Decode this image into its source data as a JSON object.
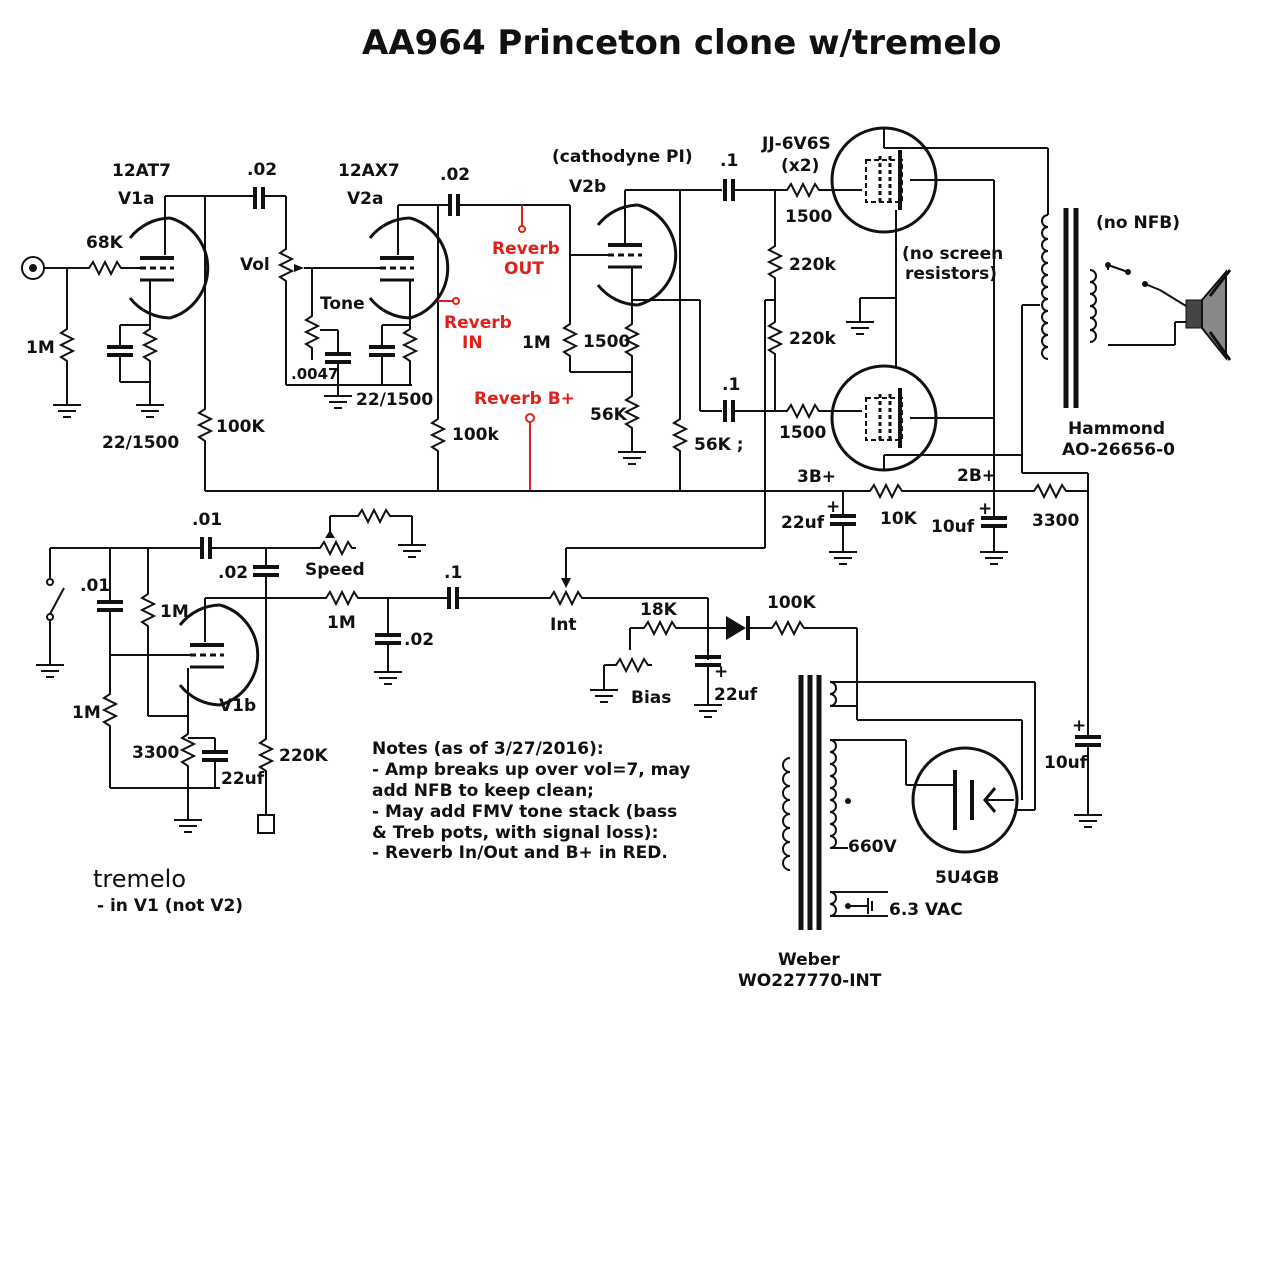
{
  "title": "AA964  Princeton clone w/tremelo",
  "labels": {
    "v1a_tube": "12AT7",
    "v1a": "V1a",
    "v2a_tube": "12AX7",
    "v2a": "V2a",
    "v2b_note": "(cathodyne PI)",
    "v2b": "V2b",
    "power_tubes": "JJ-6V6S",
    "power_tubes_count": "(x2)",
    "no_screen": "(no screen",
    "no_screen2": "resistors)",
    "no_nfb": "(no NFB)",
    "ot_name": "Hammond",
    "ot_part": "AO-26656-0",
    "vol": "Vol",
    "tone": "Tone",
    "speed": "Speed",
    "int": "Int",
    "bias": "Bias",
    "v1b": "V1b",
    "rect": "5U4GB",
    "pt_name": "Weber",
    "pt_part": "WO227770-INT",
    "hv": "660V",
    "heater": "6.3 VAC",
    "b3": "3B+",
    "b2": "2B+"
  },
  "reverb": {
    "out1": "Reverb",
    "out2": "OUT",
    "in1": "Reverb",
    "in2": "IN",
    "bplus": "Reverb B+"
  },
  "components": {
    "r68k": "68K",
    "r1m_in": "1M",
    "c22_1500_a": "22/1500",
    "c02_a": ".02",
    "c0047": ".0047",
    "c22_1500_b": "22/1500",
    "r100k_a": "100K",
    "c02_b": ".02",
    "r100k_b": "100k",
    "r1m_b": "1M",
    "r1500_pi": "1500",
    "r56k_a": "56K",
    "r56k_b": "56K ;",
    "c1_a": ".1",
    "c1_b": ".1",
    "r1500_g1": "1500",
    "r1500_g2": "1500",
    "r220k_a": "220k",
    "r220k_b": "220k",
    "c22uf_3b": "22uf",
    "r10k": "10K",
    "c10uf_2b": "10uf",
    "r3300": "3300",
    "c01_a": ".01",
    "c02_trem": ".02",
    "c01_b": ".01",
    "r1m_t1": "1M",
    "r1m_t2": "1M",
    "r1m_t3": "1M",
    "c02_t": ".02",
    "c1_t": ".1",
    "r18k": "18K",
    "r100k_bias": "100K",
    "c22uf_bias": "22uf",
    "r3300_t": "3300",
    "c22uf_t": "22uf",
    "r220k_t": "220K",
    "c10uf_main": "10uf"
  },
  "notes": {
    "line1": "Notes (as of 3/27/2016):",
    "line2": "- Amp breaks up over vol=7, may",
    "line3": "add NFB to keep clean;",
    "line4": "- May add FMV tone stack (bass",
    "line5": "& Treb pots, with signal loss):",
    "line6": "- Reverb In/Out and B+ in RED."
  },
  "tremelo": {
    "title": "tremelo",
    "sub": "- in V1 (not V2)"
  },
  "colors": {
    "ink": "#111111",
    "reverb": "#e0201b",
    "background": "#ffffff"
  }
}
